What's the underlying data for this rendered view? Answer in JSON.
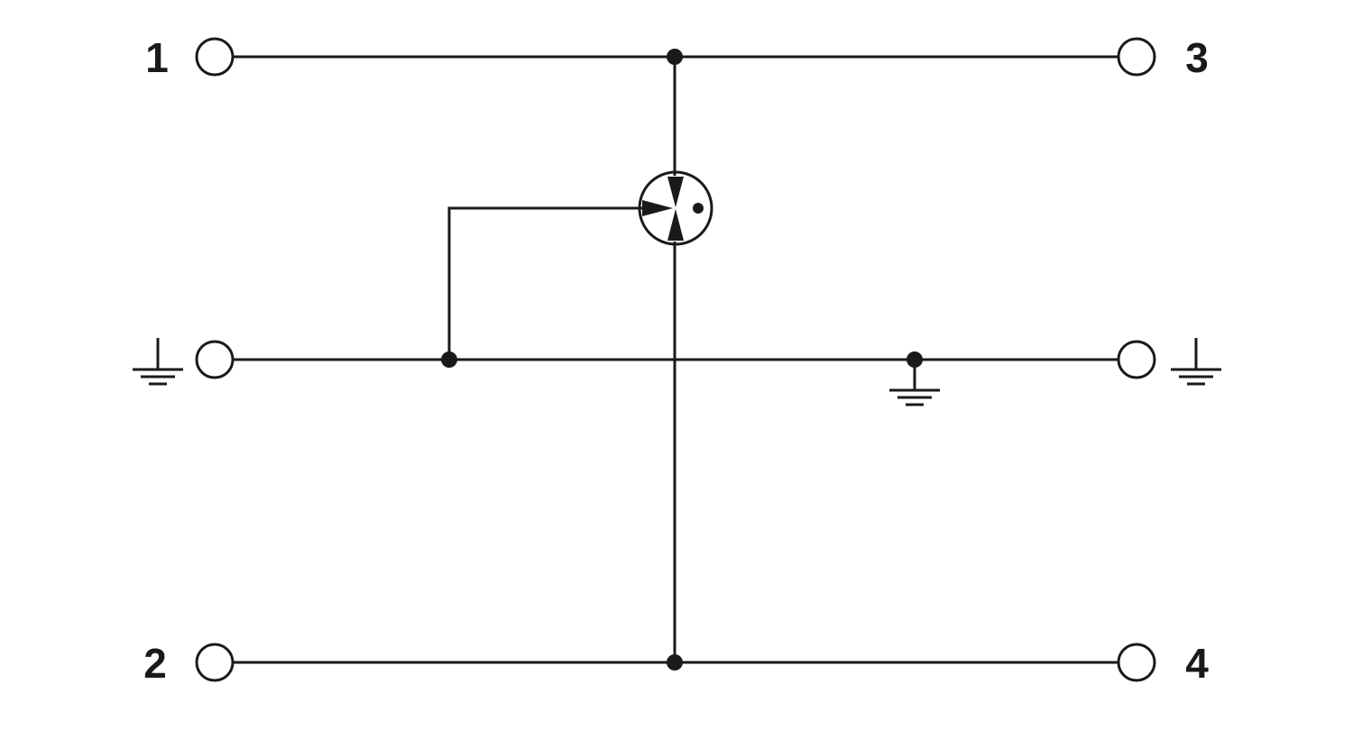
{
  "diagram": {
    "terminal_labels": {
      "t1": "1",
      "t2": "2",
      "t3": "3",
      "t4": "4"
    },
    "colors": {
      "stroke": "#1a1a1a",
      "background": "#ffffff"
    },
    "icons": {
      "component": "gas-discharge-tube-icon",
      "ground": "ground-icon"
    }
  }
}
